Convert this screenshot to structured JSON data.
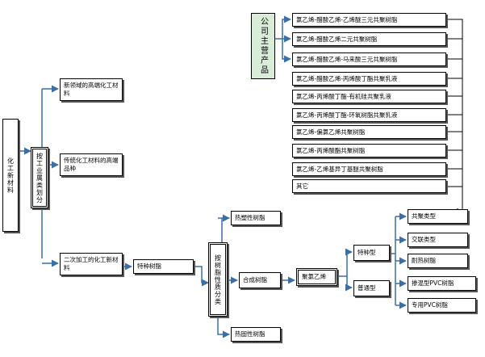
{
  "root": "化工新材料",
  "classify_by_industry": "按工业属类划分",
  "industry_items": [
    "新领域的高端化工材料",
    "传统化工材料的高端品种",
    "二次加工的化工新材料"
  ],
  "special_materials": "特种树脂",
  "classify_by_property": "按树脂性质分类",
  "property_items": [
    "热塑性树脂",
    "合成树脂",
    "热固性树脂"
  ],
  "pvc": "聚氯乙烯",
  "pvc_types": [
    "特种型",
    "普通型"
  ],
  "special_types": [
    "共聚类型",
    "交联类型",
    "耐热树脂",
    "掺混型PVC树脂",
    "专用PVC树脂"
  ],
  "company_label": "公司主营产品",
  "products": [
    "氯乙烯-醋酸乙烯-乙烯醚三元共聚树脂",
    "氯乙烯-醋酸乙烯二元共聚树脂",
    "氯乙烯-醋酸乙烯-马来酸三元共聚树脂",
    "氯乙烯-醋酸乙烯-丙烯酸丁酯共聚乳液",
    "氯乙烯-丙烯酸丁酯-有机硅共聚乳液",
    "氯乙烯-丙烯酸丁酯-环氧树脂共聚乳液",
    "氯乙烯-偏氯乙烯共聚树脂",
    "氯乙烯-丙烯酸酯共聚树脂",
    "氯乙烯-乙烯基异丁基醚共聚树脂",
    "其它"
  ],
  "colors": {
    "arrow": "#3a6ea5",
    "line": "#000000",
    "company_bg": "#d8ecd8",
    "shadow": "#555555"
  }
}
